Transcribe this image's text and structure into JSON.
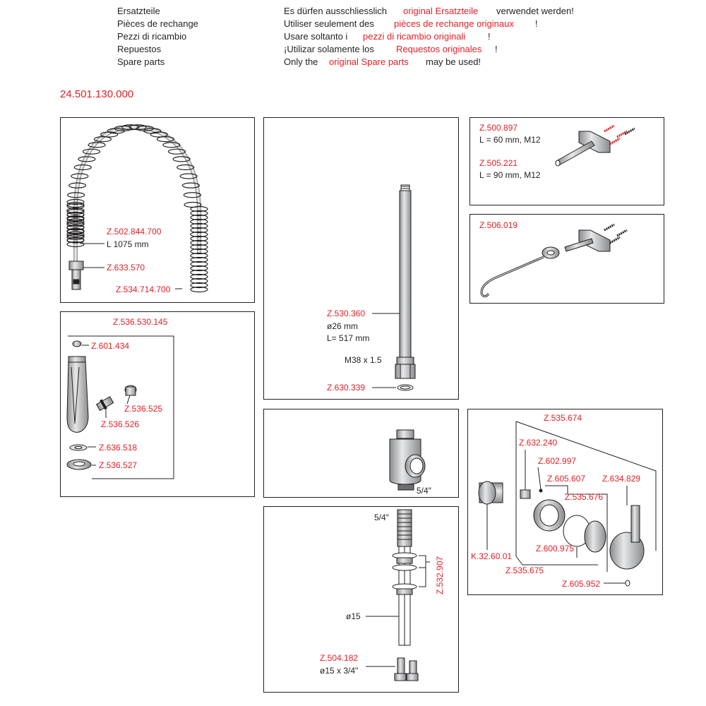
{
  "header": {
    "rows": [
      {
        "lang": "Ersatzteile",
        "pre": "Es dürfen ausschliesslich",
        "red": "original Ersatzteile",
        "post": "verwendet werden!"
      },
      {
        "lang": "Pièces de rechange",
        "pre": "Utiliser seulement des",
        "red": "pièces de rechange originaux",
        "post": "!"
      },
      {
        "lang": "Pezzi di ricambio",
        "pre": "Usare soltanto i",
        "red": "pezzi di ricambio originali",
        "post": "!"
      },
      {
        "lang": "Repuestos",
        "pre": "¡Utilizar solamente los",
        "red": "Requestos originales",
        "post": "!"
      },
      {
        "lang": "Spare parts",
        "pre": "Only the",
        "red": "original Spare parts",
        "post": "may be used!"
      }
    ]
  },
  "article_number": "24.501.130.000",
  "panels": {
    "hose": {
      "hose_code": "Z.502.844.700",
      "hose_length": "L 1075 mm",
      "nut_code": "Z.633.570",
      "spring_code": "Z.534.714.700"
    },
    "spray_head": {
      "assembly_code": "Z.536.530.145",
      "parts": [
        "Z.601.434",
        "Z.536.525",
        "Z.536.526",
        "Z.636.518",
        "Z.536.527"
      ]
    },
    "pipe": {
      "code": "Z.530.360",
      "diameter": "ø26 mm",
      "length": "L= 517 mm",
      "thread": "M38 x 1.5",
      "oring_code": "Z.630.339"
    },
    "tee": {
      "size": "5/4″"
    },
    "mount": {
      "top_size": "5/4″",
      "washers_code": "Z.532.907",
      "diameter": "ø15",
      "connector_code": "Z.504.182",
      "connector_size": "ø15 x 3/4\""
    },
    "wall_brackets": {
      "code_a": "Z.500.897",
      "spec_a": "L = 60 mm, M12",
      "code_b": "Z.505.221",
      "spec_b": "L = 90 mm, M12"
    },
    "hook": {
      "code": "Z.506.019"
    },
    "mixer": {
      "assembly_code": "Z.535.674",
      "c632240": "Z.632.240",
      "c602997": "Z.602.997",
      "c605607": "Z.605.607",
      "c535676": "Z.535.676",
      "c634829": "Z.634.829",
      "cartridge": "K.32.60.01",
      "c600975": "Z.600.975",
      "c535675": "Z.535.675",
      "c605952": "Z.605.952"
    }
  },
  "colors": {
    "accent": "#e31e24",
    "ink": "#231f20",
    "part_fill": "#d9dadb"
  }
}
